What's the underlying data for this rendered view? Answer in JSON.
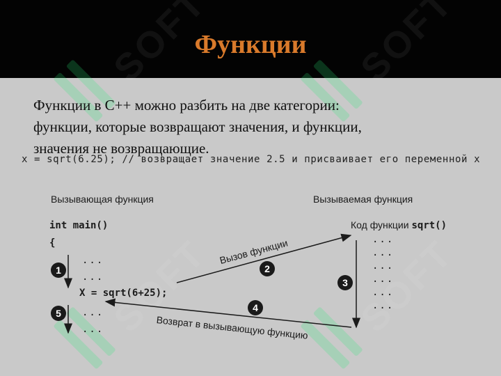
{
  "slide": {
    "title": "Функции",
    "body_lines": [
      "Функции в С++ можно разбить на две категории:",
      "функции, которые возвращают значения, и функции,",
      "значения не возвращающие."
    ],
    "code_example": "x = sqrt(6.25); // возвращает значение 2.5 и присваивает его переменной x"
  },
  "diagram": {
    "caller_label": "Вызывающая функция",
    "callee_label": "Вызываемая функция",
    "caller_code": {
      "main_signature": "int main()",
      "open_brace": "{",
      "dots_1": "...",
      "dots_2": "...",
      "call_statement": "X = sqrt(6+25);",
      "dots_3": "...",
      "dots_4": "..."
    },
    "callee_code": {
      "header_prefix": "Код функции",
      "header_func": "sqrt()",
      "dots": [
        "...",
        "...",
        "...",
        "...",
        "...",
        "..."
      ]
    },
    "arrows": {
      "call_label": "Вызов функции",
      "return_label": "Возврат в вызывающую функцию"
    },
    "steps": [
      "1",
      "2",
      "3",
      "4",
      "5"
    ]
  },
  "watermark": {
    "text": "SOFT"
  }
}
